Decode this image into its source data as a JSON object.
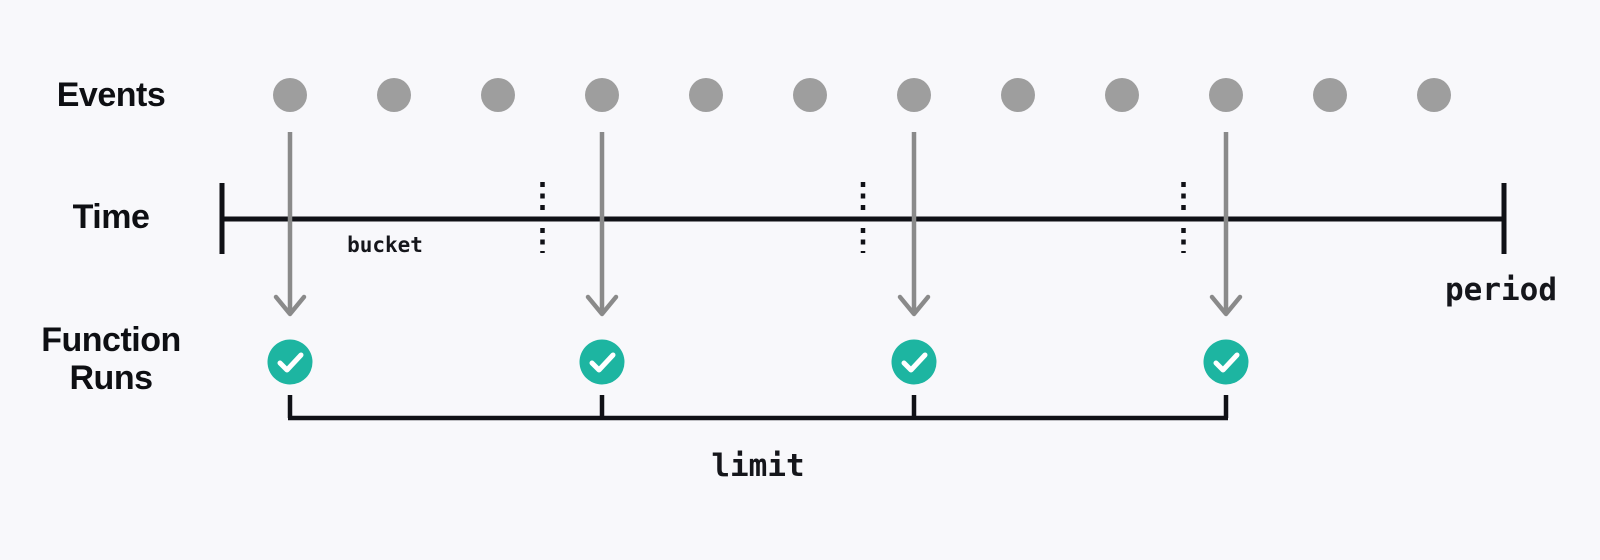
{
  "labels": {
    "events": "Events",
    "time": "Time",
    "function_runs": "Function Runs",
    "bucket": "bucket",
    "period": "period",
    "limit": "limit"
  },
  "diagram": {
    "event_count": 12,
    "bucket_count": 4,
    "function_run_count": 4,
    "triggered_event_indices": [
      0,
      3,
      6,
      9
    ]
  },
  "colors": {
    "background": "#f8f8fb",
    "event_dot": "#9e9e9e",
    "arrow": "#8a8a8a",
    "line": "#101116",
    "run_fill": "#1db5a1",
    "run_check": "#ffffff",
    "text": "#0e0f13"
  }
}
